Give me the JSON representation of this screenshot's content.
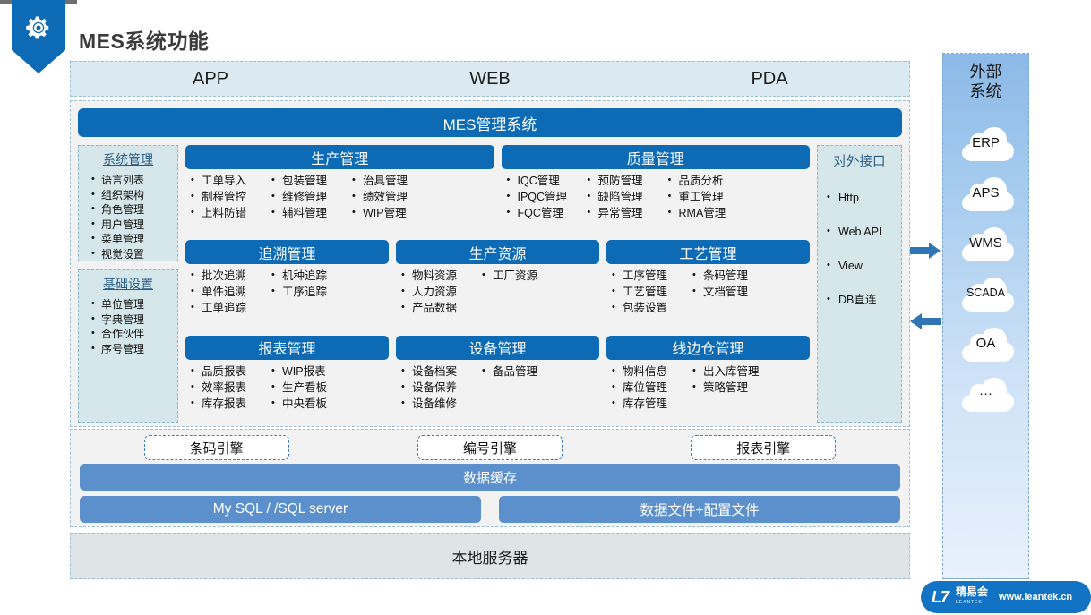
{
  "header": {
    "title": "MES系统功能",
    "badge_icon": "gear-icon"
  },
  "clients": [
    "APP",
    "WEB",
    "PDA"
  ],
  "mes": {
    "title": "MES管理系统",
    "left_panels": [
      {
        "title": "系统管理",
        "items": [
          "语言列表",
          "组织架构",
          "角色管理",
          "用户管理",
          "菜单管理",
          "视觉设置"
        ]
      },
      {
        "title": "基础设置",
        "items": [
          "单位管理",
          "字典管理",
          "合作伙伴",
          "序号管理"
        ]
      }
    ],
    "modules": [
      [
        {
          "title": "生产管理",
          "columns": [
            [
              "工单导入",
              "制程管控",
              "上料防错"
            ],
            [
              "包装管理",
              "维修管理",
              "辅料管理"
            ],
            [
              "治具管理",
              "绩效管理",
              "WIP管理"
            ]
          ]
        },
        {
          "title": "质量管理",
          "columns": [
            [
              "IQC管理",
              "IPQC管理",
              "FQC管理"
            ],
            [
              "预防管理",
              "缺陷管理",
              "异常管理"
            ],
            [
              "品质分析",
              "重工管理",
              "RMA管理"
            ]
          ]
        }
      ],
      [
        {
          "title": "追溯管理",
          "columns": [
            [
              "批次追溯",
              "单件追溯",
              "工单追踪"
            ],
            [
              "机种追踪",
              "工序追踪"
            ]
          ]
        },
        {
          "title": "生产资源",
          "columns": [
            [
              "物料资源",
              "人力资源",
              "产品数据"
            ],
            [
              "工厂资源"
            ]
          ]
        },
        {
          "title": "工艺管理",
          "columns": [
            [
              "工序管理",
              "工艺管理",
              "包装设置"
            ],
            [
              "条码管理",
              "文档管理"
            ]
          ]
        }
      ],
      [
        {
          "title": "报表管理",
          "columns": [
            [
              "品质报表",
              "效率报表",
              "库存报表"
            ],
            [
              "WIP报表",
              "生产看板",
              "中央看板"
            ]
          ]
        },
        {
          "title": "设备管理",
          "columns": [
            [
              "设备档案",
              "设备保养",
              "设备维修"
            ],
            [
              "备品管理"
            ]
          ]
        },
        {
          "title": "线边仓管理",
          "columns": [
            [
              "物料信息",
              "库位管理",
              "库存管理"
            ],
            [
              "出入库管理",
              "策略管理"
            ]
          ]
        }
      ]
    ],
    "api_panel": {
      "title": "对外接口",
      "items": [
        "Http",
        "Web API",
        "View",
        "DB直连"
      ]
    }
  },
  "infra": {
    "engines": [
      "条码引擎",
      "编号引擎",
      "报表引擎"
    ],
    "cache": "数据缓存",
    "databases": [
      "My SQL / /SQL server",
      "数据文件+配置文件"
    ]
  },
  "local_server": "本地服务器",
  "external": {
    "title_line1": "外部",
    "title_line2": "系统",
    "clouds": [
      "ERP",
      "APS",
      "WMS",
      "SCADA",
      "OA",
      "···"
    ]
  },
  "footer": {
    "logo_mark": "L7",
    "logo_cn": "精易会",
    "logo_cn_sub": "LEANTEK",
    "url": "www.leantek.cn"
  },
  "colors": {
    "brand_blue": "#0d6ab4",
    "light_blue_panel": "#d6e7ec",
    "client_bar": "#dbeaf2",
    "cache_blue": "#5b90cd",
    "server_grey": "#dfe4e6"
  }
}
